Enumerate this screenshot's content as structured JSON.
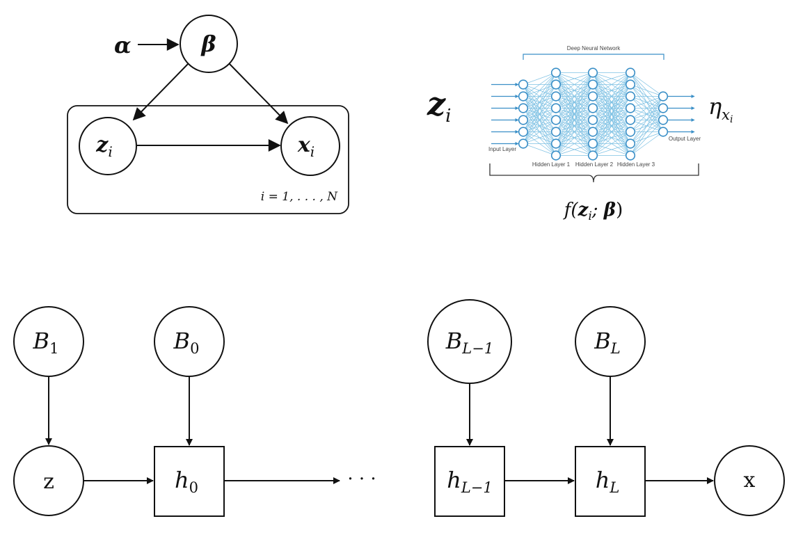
{
  "graphical_model": {
    "alpha": "α",
    "beta": "β",
    "z_i": {
      "base": "z",
      "sub": "i"
    },
    "x_i": {
      "base": "x",
      "sub": "i"
    },
    "plate_label": "i = 1, . . . , N",
    "observed_fill": "#dedede"
  },
  "neural_net": {
    "input_label": {
      "base": "z",
      "sub": "i"
    },
    "output_label": {
      "base": "η",
      "sub": "x",
      "subsub": "i"
    },
    "title": "Deep Neural Network",
    "layers": [
      {
        "name": "Input Layer",
        "nodes": 6
      },
      {
        "name": "Hidden Layer 1",
        "nodes": 8
      },
      {
        "name": "Hidden Layer 2",
        "nodes": 8
      },
      {
        "name": "Hidden Layer 3",
        "nodes": 8
      },
      {
        "name": "Output Layer",
        "nodes": 4
      }
    ],
    "function_label": "f(z_i; β)",
    "function_parts": {
      "f": "f(",
      "z": "z",
      "sub": "i",
      "sep": "; ",
      "beta": "β",
      "close": ")"
    },
    "colors": {
      "node": "#3a8fc7",
      "edge": "#7cc0e3",
      "bracket": "#333333"
    }
  },
  "chain": {
    "B1": {
      "base": "B",
      "sub": "1"
    },
    "B0": {
      "base": "B",
      "sub": "0"
    },
    "BL1": {
      "base": "B",
      "sub": "L−1"
    },
    "BL": {
      "base": "B",
      "sub": "L"
    },
    "z": "z",
    "h0": {
      "base": "h",
      "sub": "0"
    },
    "dots": "· · ·",
    "hL1": {
      "base": "h",
      "sub": "L−1"
    },
    "hL": {
      "base": "h",
      "sub": "L"
    },
    "x": "x"
  }
}
